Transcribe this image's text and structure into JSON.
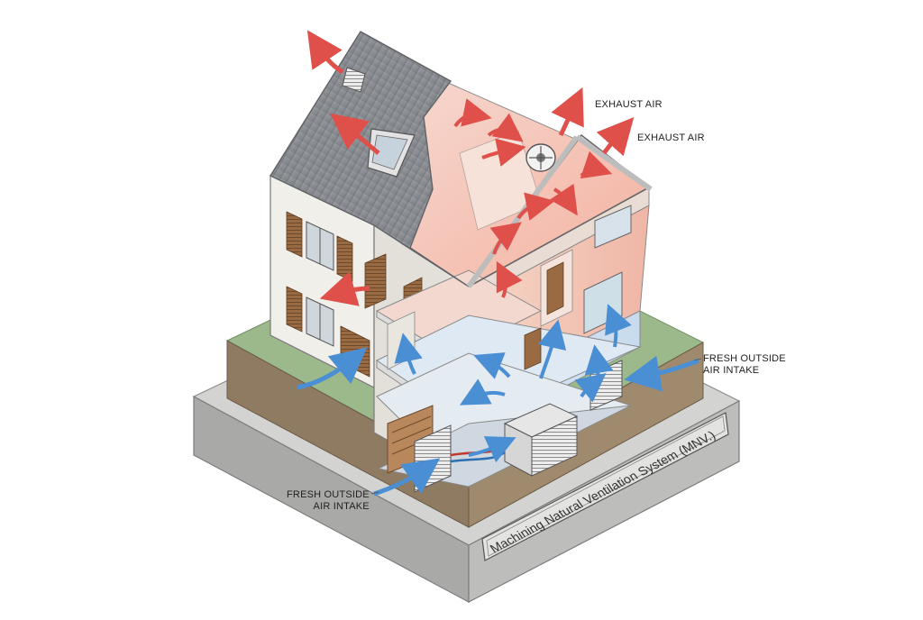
{
  "diagram": {
    "plaque_text": "Machining Natural Ventilation System (MNV.)",
    "callouts": {
      "exhaust_1": "EXHAUST AIR",
      "exhaust_2": "EXHAUST AIR",
      "fresh_right_line1": "FRESH OUTSIDE",
      "fresh_right_line2": "AIR INTAKE",
      "fresh_left_line1": "FRESH OUTSIDE",
      "fresh_left_line2": "AIR INTAKE"
    },
    "colors": {
      "exhaust_arrow": "#e0504a",
      "fresh_arrow": "#4a8fd4",
      "roof": "#8a8d92",
      "concrete_base": "#b9b9b7",
      "wall": "#f1efea",
      "shutter": "#9a6a42",
      "grass": "#9bb98b",
      "warm_air": "#f2b6a6",
      "cool_air": "#cfe0f0"
    }
  }
}
